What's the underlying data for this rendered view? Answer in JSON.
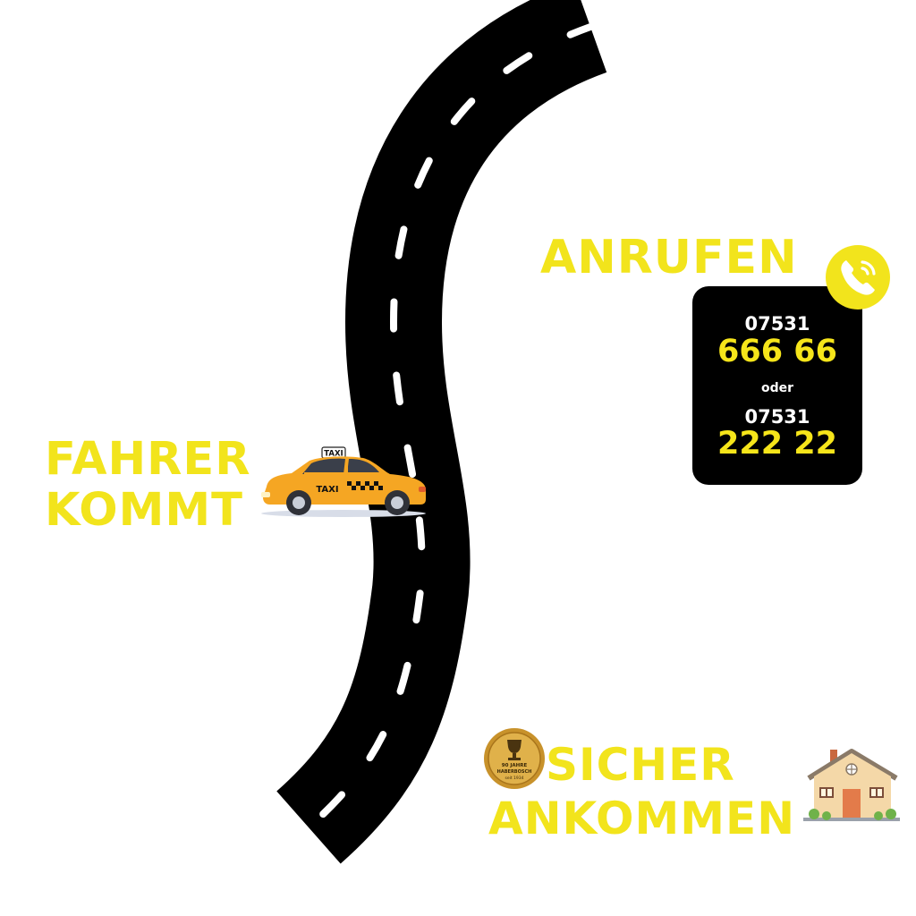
{
  "labels": {
    "call": "ANRUFEN",
    "driver_line1": "FAHRER",
    "driver_line2": "KOMMT",
    "arrive_line1": "SICHER",
    "arrive_line2": "ANKOMMEN"
  },
  "phone": {
    "area_code_1": "07531",
    "number_1": "666 66",
    "or_text": "oder",
    "area_code_2": "07531",
    "number_2": "222 22"
  },
  "taxi": {
    "sign": "TAXI",
    "door_text": "TAXI"
  },
  "medal": {
    "line1": "90 JAHRE",
    "line2": "HABERBOSCH",
    "line3": "seit 1934"
  },
  "icons": {
    "phone": "phone-icon",
    "medal": "medal-icon",
    "house": "house-icon",
    "taxi": "taxi-icon"
  },
  "colors": {
    "accent_yellow": "#f2e41c",
    "road": "#000000",
    "card_bg": "#000000",
    "taxi_body": "#f5a623"
  }
}
